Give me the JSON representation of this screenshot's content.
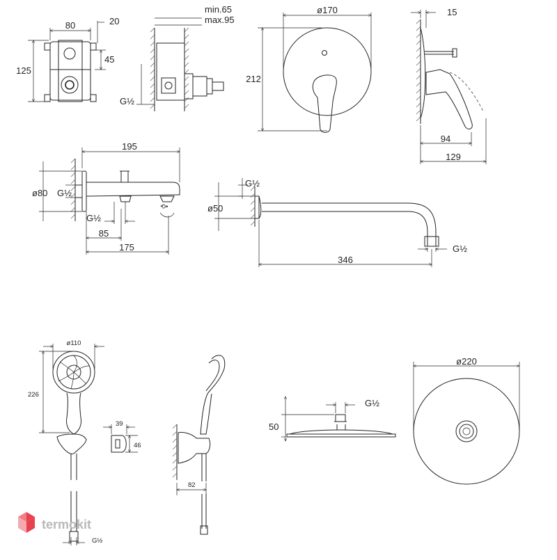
{
  "dims": {
    "box_width": "80",
    "box_offset": "20",
    "box_height": "125",
    "box_side": "45",
    "depth_min": "min.65",
    "depth_max": "max.95",
    "thread_box": "G½",
    "plate_diameter": "ø170",
    "plate_height": "212",
    "lever_projection": "15",
    "lever_reach": "94",
    "lever_total": "129",
    "spout_length": "195",
    "spout_flange": "ø80",
    "spout_thread": "G½",
    "spout_thread_b": "G½",
    "spout_85": "85",
    "spout_175": "175",
    "arm_thread_top": "G½",
    "arm_flange": "ø50",
    "arm_length": "346",
    "arm_thread_end": "G½",
    "hand_shower_d": "ø110",
    "hand_shower_h": "226",
    "holder_w": "39",
    "holder_h": "46",
    "holder_depth": "82",
    "hose_thread": "G½",
    "head_thread": "G½",
    "head_height": "50",
    "head_diameter": "ø220"
  },
  "watermark": {
    "brand": "termokit",
    "accent_color": "#e8414d",
    "secondary_color": "#5a6b9c"
  }
}
